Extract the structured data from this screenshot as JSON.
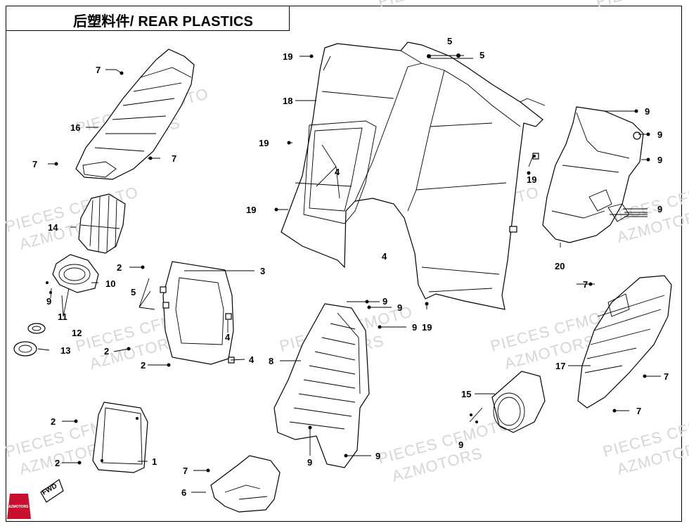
{
  "title": "后塑料件/ REAR PLASTICS",
  "watermark_lines": [
    "PIECES CFMOTO",
    "AZMOTORS"
  ],
  "fwd_text": "FWD",
  "logo_text": "AZMOTORS",
  "brand_color": "#c8102e",
  "callouts": [
    {
      "n": "5"
    },
    {
      "n": "5"
    },
    {
      "n": "19"
    },
    {
      "n": "18"
    },
    {
      "n": "19"
    },
    {
      "n": "4"
    },
    {
      "n": "19"
    },
    {
      "n": "4"
    },
    {
      "n": "19"
    },
    {
      "n": "19"
    },
    {
      "n": "9"
    },
    {
      "n": "9"
    },
    {
      "n": "9"
    },
    {
      "n": "9"
    },
    {
      "n": "9"
    },
    {
      "n": "20"
    },
    {
      "n": "7"
    },
    {
      "n": "16"
    },
    {
      "n": "7"
    },
    {
      "n": "7"
    },
    {
      "n": "14"
    },
    {
      "n": "10"
    },
    {
      "n": "9"
    },
    {
      "n": "11"
    },
    {
      "n": "12"
    },
    {
      "n": "13"
    },
    {
      "n": "2"
    },
    {
      "n": "3"
    },
    {
      "n": "5"
    },
    {
      "n": "2"
    },
    {
      "n": "4"
    },
    {
      "n": "2"
    },
    {
      "n": "4"
    },
    {
      "n": "9"
    },
    {
      "n": "9"
    },
    {
      "n": "9"
    },
    {
      "n": "8"
    },
    {
      "n": "9"
    },
    {
      "n": "9"
    },
    {
      "n": "7"
    },
    {
      "n": "17"
    },
    {
      "n": "7"
    },
    {
      "n": "7"
    },
    {
      "n": "15"
    },
    {
      "n": "9"
    },
    {
      "n": "2"
    },
    {
      "n": "2"
    },
    {
      "n": "1"
    },
    {
      "n": "7"
    },
    {
      "n": "6"
    }
  ]
}
